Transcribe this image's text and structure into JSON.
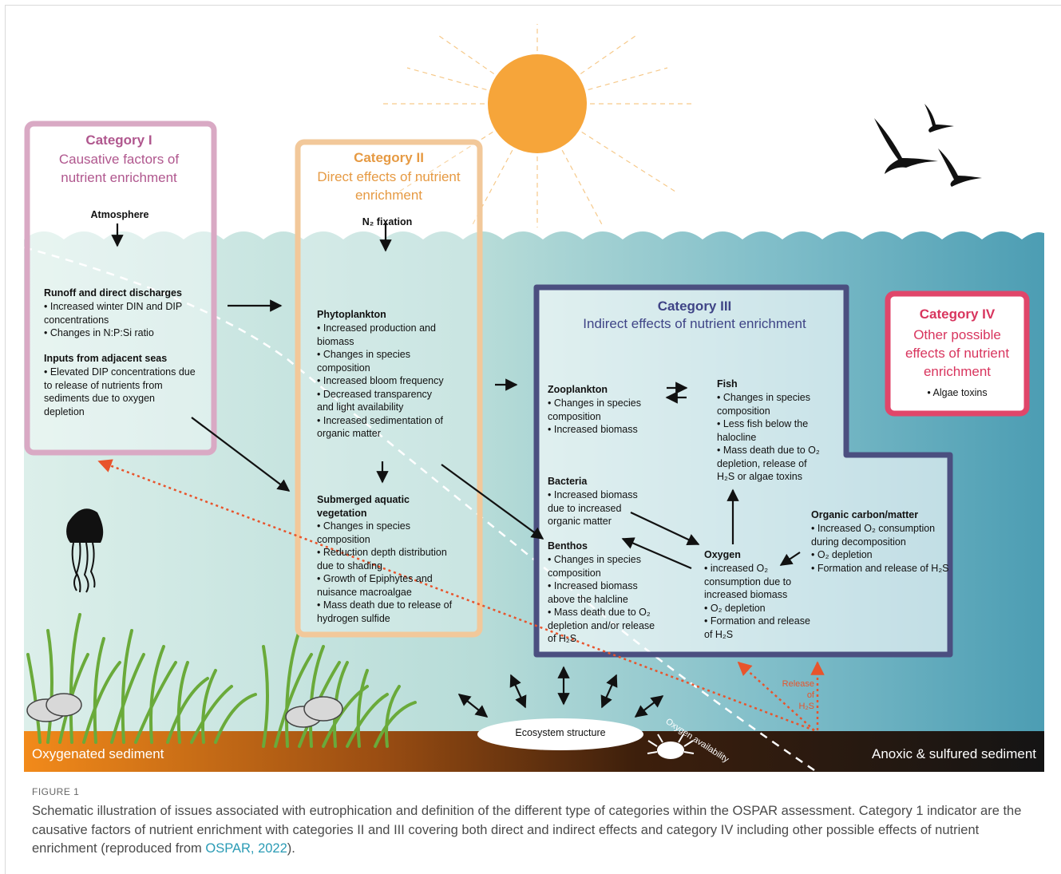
{
  "colors": {
    "category1": "#d9a9c4",
    "category1_text": "#b0578e",
    "category2": "#f2c89a",
    "category2_text": "#e69a43",
    "category3": "#4b4f80",
    "category3_text": "#3f4486",
    "category4": "#e0466a",
    "category4_text": "#d8355e",
    "sun": "#f6a53a",
    "water_light": "#d7ece8",
    "water_dark": "#4d9fb3",
    "sediment_left": "#f08a1c",
    "sediment_right": "#1a1a1a",
    "oxygen_arrow": "#e8542c"
  },
  "icons": [
    "sun-icon",
    "bird-icon",
    "jellyfish-icon",
    "seagrass-icon",
    "mussel-icon",
    "crab-icon"
  ],
  "category1": {
    "title": "Category I",
    "subtitle": "Causative factors of nutrient enrichment",
    "atmosphere": "Atmosphere",
    "runoff_head": "Runoff and direct discharges",
    "runoff_items": "• Increased winter DIN and DIP\nconcentrations\n• Changes in N:P:Si ratio",
    "inputs_head": "Inputs from adjacent seas",
    "inputs_items": "• Elevated DIP concentrations due\nto release of nutrients from\nsediments due to oxygen\ndepletion"
  },
  "category2": {
    "title": "Category II",
    "subtitle": "Direct effects of nutrient enrichment",
    "n_fixation": "N₂ fixation",
    "phyto_head": "Phytoplankton",
    "phyto_items": "• Increased production and\nbiomass\n• Changes in species\ncomposition\n• Increased bloom frequency\n• Decreased transparency\nand light availability\n• Increased sedimentation of\norganic matter",
    "sav_head": "Submerged aquatic\nvegetation",
    "sav_items": "• Changes in species\ncomposition\n• Reduction depth distribution\ndue to shading\n• Growth of Epiphytes and\nnuisance macroalgae\n• Mass death due to release of\nhydrogen sulfide"
  },
  "category3": {
    "title": "Category III",
    "subtitle": "Indirect effects of nutrient enrichment",
    "zoo_head": "Zooplankton",
    "zoo_items": "• Changes in species\ncomposition\n• Increased biomass",
    "fish_head": "Fish",
    "fish_items": "• Changes in species\ncomposition\n• Less fish below the\nhalocline\n• Mass death due to O₂\ndepletion, release of\nH₂S or algae toxins",
    "bact_head": "Bacteria",
    "bact_items": "• Increased biomass\ndue to increased\norganic matter",
    "benthos_head": "Benthos",
    "benthos_items": "• Changes in species\ncomposition\n• Increased biomass\nabove the halcline\n• Mass death due to O₂\ndepletion and/or release\nof H₂S",
    "oxygen_head": "Oxygen",
    "oxygen_items": "• increased O₂\nconsumption due to\nincreased biomass\n• O₂ depletion\n• Formation and release\nof H₂S",
    "organic_head": "Organic carbon/matter",
    "organic_items": "• Increased O₂ consumption\nduring decomposition\n• O₂ depletion\n• Formation and release of H₂S"
  },
  "category4": {
    "title": "Category IV",
    "subtitle": "Other possible effects of nutrient enrichment",
    "items": "• Algae toxins"
  },
  "bottom": {
    "ecosystem": "Ecosystem structure",
    "oxygen_availability": "Oxygen availability",
    "release": "Release\nof\nH₂S",
    "oxygenated": "Oxygenated sediment",
    "anoxic": "Anoxic & sulfured sediment"
  },
  "caption": {
    "label": "FIGURE 1",
    "text": "Schematic illustration of issues associated with eutrophication and definition of the different type of categories within the OSPAR assessment. Category 1 indicator are the causative factors of nutrient enrichment with categories II and III covering both direct and indirect effects and category IV including other possible effects of nutrient enrichment (reproduced from ",
    "link": "OSPAR, 2022",
    "end": ")."
  }
}
